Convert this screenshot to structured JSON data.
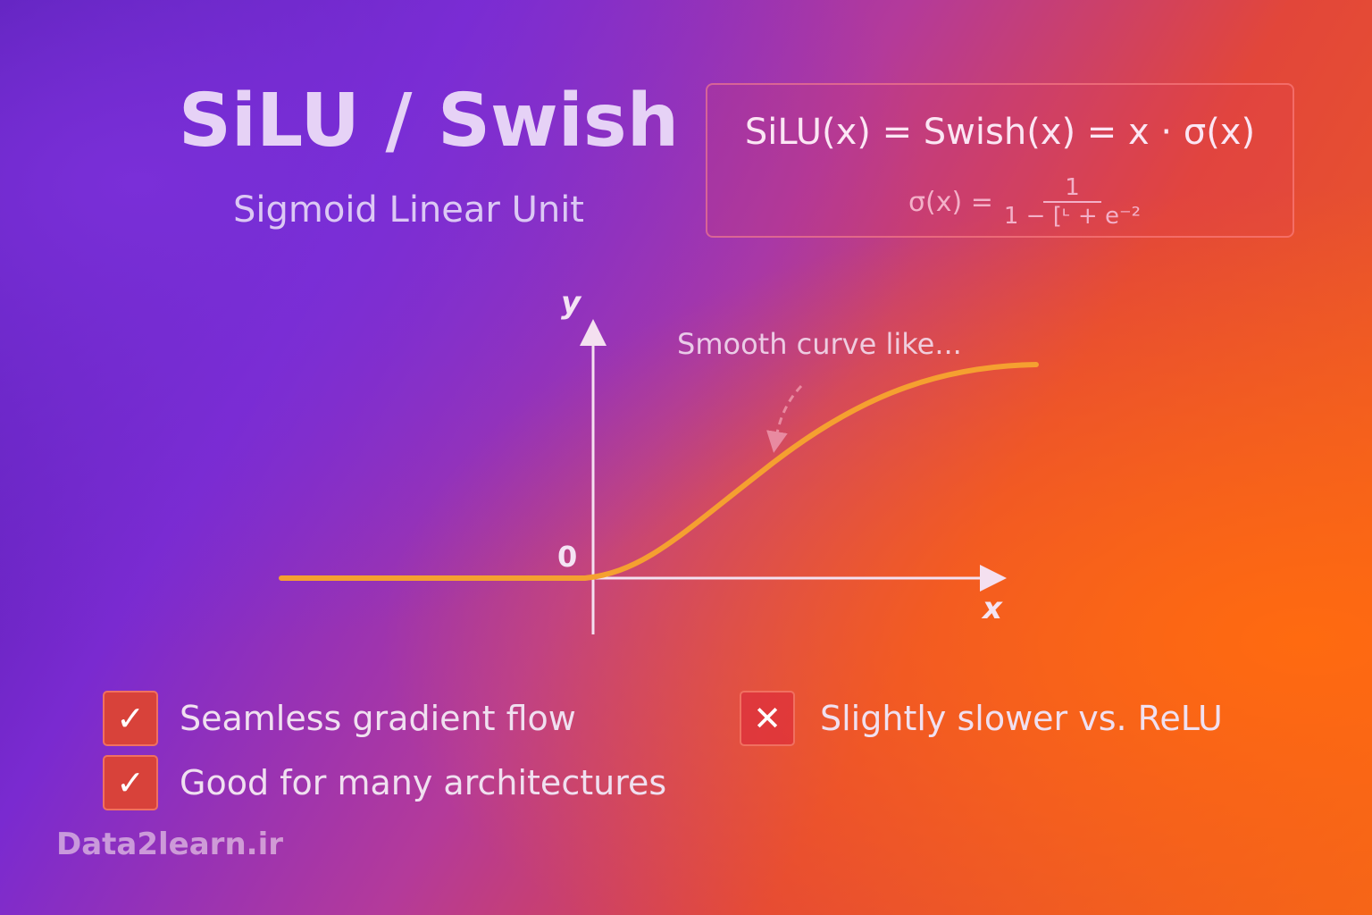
{
  "title": "SiLU / Swish",
  "subtitle": "Sigmoid Linear Unit",
  "formula": {
    "main": "SiLU(x) = Swish(x) = x · σ(x)",
    "sigma_lhs": "σ(x) =",
    "numerator": "1",
    "denominator": "1 − [ᶫ + e⁻²"
  },
  "graph": {
    "y_label": "y",
    "x_label": "x",
    "origin_label": "0",
    "annotation": "Smooth curve  like...",
    "curve_color": "#f5a030"
  },
  "pros": [
    {
      "label": "Seamless gradient flow",
      "icon": "check-icon"
    },
    {
      "label": "Good for many architectures",
      "icon": "check-icon"
    }
  ],
  "cons": [
    {
      "label": "Slightly slower vs. ReLU",
      "icon": "x-icon"
    }
  ],
  "watermark": "Data2learn.ir"
}
